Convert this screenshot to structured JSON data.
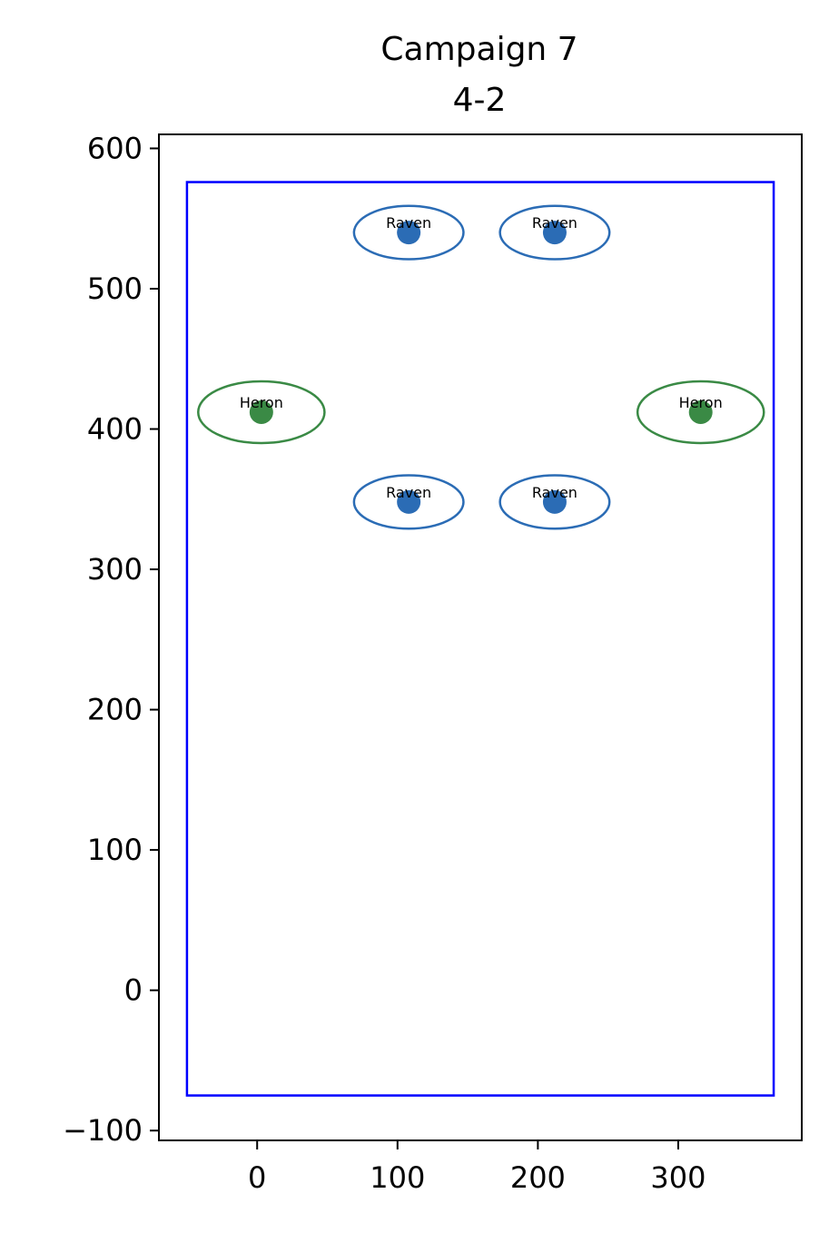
{
  "chart_data": {
    "type": "scatter",
    "title": "Campaign 7",
    "subtitle": "4-2",
    "xlim": [
      -70,
      388
    ],
    "ylim": [
      -107,
      610
    ],
    "xticks": [
      0,
      100,
      200,
      300
    ],
    "yticks": [
      -100,
      0,
      100,
      200,
      300,
      400,
      500,
      600
    ],
    "xtick_labels": [
      "0",
      "100",
      "200",
      "300"
    ],
    "ytick_labels": [
      "−100",
      "0",
      "100",
      "200",
      "300",
      "400",
      "500",
      "600"
    ],
    "grid": false,
    "boundary": {
      "x0": -50,
      "x1": 368,
      "y0": -75,
      "y1": 576,
      "color": "#0000ff"
    },
    "colors": {
      "Raven": "#2b6cb5",
      "Heron": "#3a8a45"
    },
    "points": [
      {
        "label": "Raven",
        "x": 108,
        "y": 540,
        "rx": 39,
        "ry": 19
      },
      {
        "label": "Raven",
        "x": 212,
        "y": 540,
        "rx": 39,
        "ry": 19
      },
      {
        "label": "Heron",
        "x": 3,
        "y": 412,
        "rx": 45,
        "ry": 22
      },
      {
        "label": "Heron",
        "x": 316,
        "y": 412,
        "rx": 45,
        "ry": 22
      },
      {
        "label": "Raven",
        "x": 108,
        "y": 348,
        "rx": 39,
        "ry": 19
      },
      {
        "label": "Raven",
        "x": 212,
        "y": 348,
        "rx": 39,
        "ry": 19
      }
    ]
  }
}
